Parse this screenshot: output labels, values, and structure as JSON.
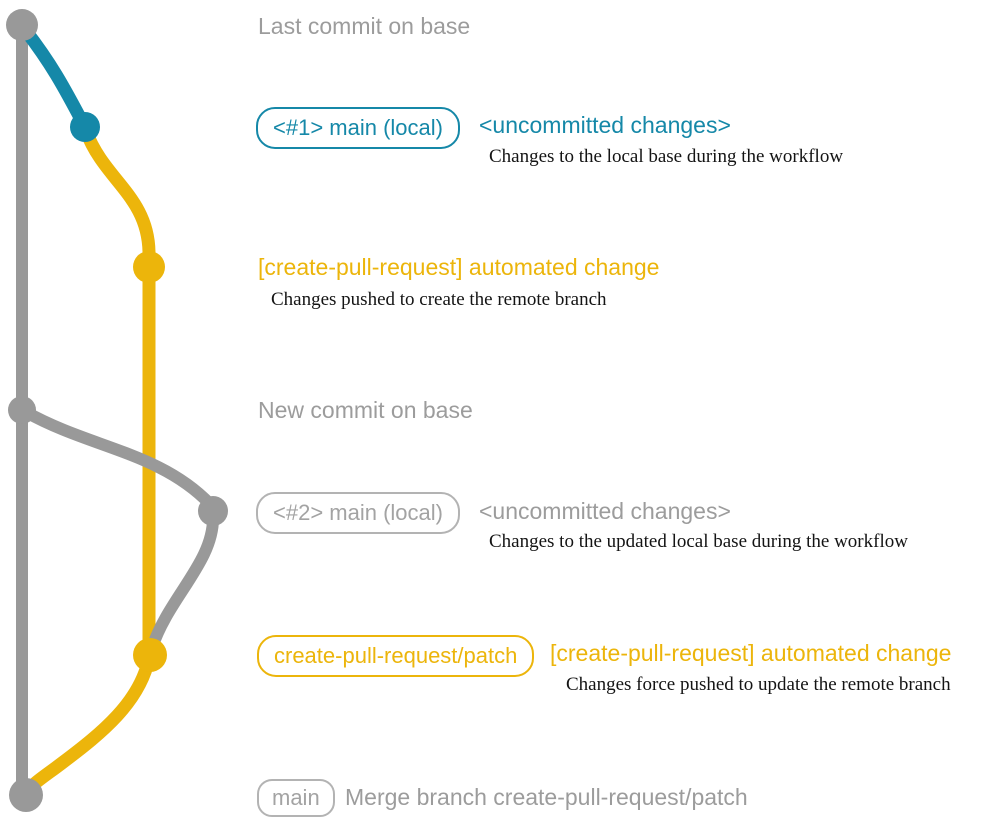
{
  "colors": {
    "bg": "#ffffff",
    "gray": "#999999",
    "gray_text": "#9c9c9c",
    "teal": "#1588a8",
    "yellow": "#ecb50b",
    "note_text": "#141414"
  },
  "sections": {
    "last_commit_label": "Last commit on base",
    "new_commit_label": "New commit on base"
  },
  "rows": {
    "local1": {
      "badge": "<#1> main (local)",
      "status": "<uncommitted changes>",
      "note": "Changes to the local base during the workflow"
    },
    "automated1": {
      "message": "[create-pull-request] automated change",
      "note": "Changes pushed to create the remote branch"
    },
    "local2": {
      "badge": "<#2> main (local)",
      "status": "<uncommitted changes>",
      "note": "Changes to the updated local base during the workflow"
    },
    "automated2": {
      "badge": "create-pull-request/patch",
      "message": "[create-pull-request] automated change",
      "note": "Changes force pushed to update the remote branch"
    },
    "merge": {
      "badge": "main",
      "message": "Merge branch create-pull-request/patch"
    }
  }
}
